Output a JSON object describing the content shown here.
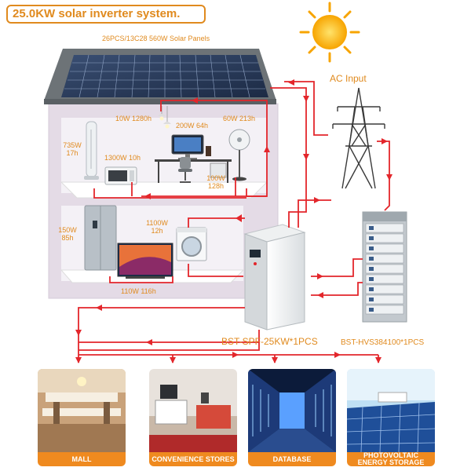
{
  "title": "25.0KW solar inverter system.",
  "panels_label": "26PCS/13C28 560W Solar Panels",
  "ac_input_label": "AC Input",
  "appliances": {
    "bulb": "10W 1280h",
    "monitor": "200W 64h",
    "fan": "60W 213h",
    "tower_fan": "735W 17h",
    "microwave": "1300W 10h",
    "desk_device": "100W 128h",
    "washer": "1100W 12h",
    "fridge": "150W 85h",
    "tv": "110W 116h"
  },
  "inverter_label": "BST-SPF-25KW*1PCS",
  "battery_label": "BST-HVS384100*1PCS",
  "applications": [
    {
      "label_line1": "MALL",
      "label_line2": ""
    },
    {
      "label_line1": "CONVENIENCE STORES",
      "label_line2": ""
    },
    {
      "label_line1": "DATABASE",
      "label_line2": ""
    },
    {
      "label_line1": "PHOTOVOLTAIC",
      "label_line2": "ENERGY STORAGE"
    }
  ],
  "colors": {
    "accent": "#e08a1e",
    "wire": "#e3262b",
    "house_wall": "#e4dbe6",
    "roof": "#6d7377"
  },
  "icons": [
    "sun-icon",
    "transmission-tower-icon",
    "flow-arrow-icon"
  ]
}
